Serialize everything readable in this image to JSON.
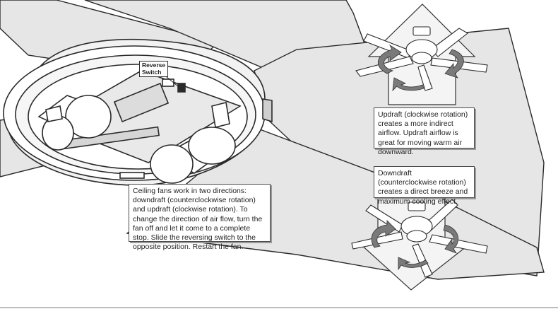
{
  "labels": {
    "reverse_switch": "Reverse\nSwitch"
  },
  "callouts": {
    "main": "Ceiling fans work in two directions: downdraft (counterclockwise rotation) and updraft (clockwise rotation). To change the direction of air flow, turn the fan off and let it come to a complete stop. Slide the reversing switch to the opposite position. Restart the fan.",
    "updraft": "Updraft (clockwise rotation) creates a more indirect airflow. Updraft airflow is great for moving warm air downward.",
    "downdraft": "Downdraft (counterclockwise rotation) creates a direct breeze and maximum cooling effect."
  },
  "colors": {
    "blade_fill": "#e4e4e4",
    "outline": "#2a2a2a",
    "arrow_fill": "#7a7a7a",
    "callout_border": "#4a4a4a"
  },
  "icons": [
    "updraft-arrow-icon",
    "downdraft-arrow-icon",
    "rotation-arrow-icon"
  ]
}
